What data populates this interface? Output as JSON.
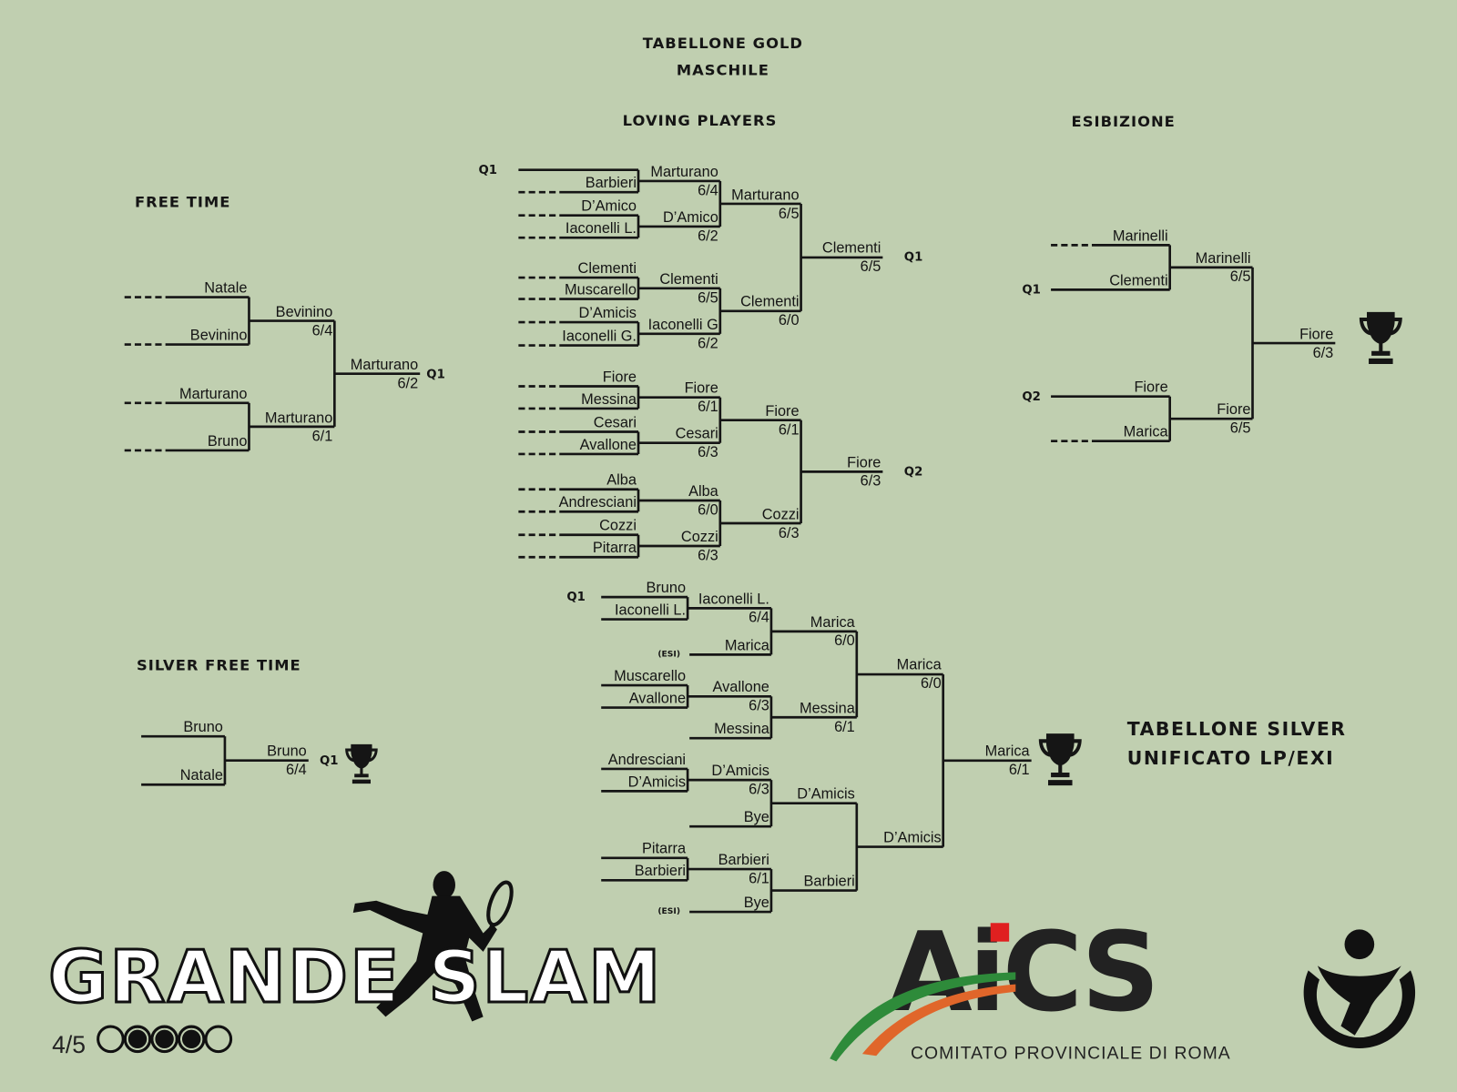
{
  "header": {
    "title_line1": "TABELLONE GOLD",
    "title_line2": "MASCHILE"
  },
  "loving_players": {
    "title": "LOVING PLAYERS",
    "entrants": [
      "Barbieri",
      "D’Amico",
      "Iaconelli L.",
      "Clementi",
      "Muscarello",
      "D’Amicis",
      "Iaconelli G.",
      "Fiore",
      "Messina",
      "Cesari",
      "Avallone",
      "Alba",
      "Andresciani",
      "Cozzi",
      "Pitarra"
    ],
    "rounds": [
      [
        {
          "name": "Marturano",
          "score": "6/4"
        },
        {
          "name": "D’Amico",
          "score": "6/2"
        },
        {
          "name": "Clementi",
          "score": "6/5"
        },
        {
          "name": "Iaconelli G",
          "score": "6/2"
        },
        {
          "name": "Fiore",
          "score": "6/1"
        },
        {
          "name": "Cesari",
          "score": "6/3"
        },
        {
          "name": "Alba",
          "score": "6/0"
        },
        {
          "name": "Cozzi",
          "score": "6/3"
        }
      ],
      [
        {
          "name": "Marturano",
          "score": "6/5"
        },
        {
          "name": "Clementi",
          "score": "6/0"
        },
        {
          "name": "Fiore",
          "score": "6/1"
        },
        {
          "name": "Cozzi",
          "score": "6/3"
        }
      ],
      [
        {
          "name": "Clementi",
          "score": "6/5"
        },
        {
          "name": "Fiore",
          "score": "6/3"
        }
      ]
    ],
    "seed_label": "Q1",
    "qualifiers": [
      "Q1",
      "Q2"
    ]
  },
  "free_time": {
    "title": "FREE TIME",
    "entrants": [
      "Natale",
      "Bevinino",
      "Marturano",
      "Bruno"
    ],
    "rounds": [
      [
        {
          "name": "Bevinino",
          "score": "6/4"
        },
        {
          "name": "Marturano",
          "score": "6/1"
        }
      ],
      [
        {
          "name": "Marturano",
          "score": "6/2"
        }
      ]
    ],
    "qualifiers": [
      "Q1"
    ]
  },
  "esibizione": {
    "title": "ESIBIZIONE",
    "entrants": [
      "Marinelli",
      "Clementi",
      "Fiore",
      "Marica"
    ],
    "seed_labels": [
      "Q1",
      "Q2"
    ],
    "rounds": [
      [
        {
          "name": "Marinelli",
          "score": "6/5"
        },
        {
          "name": "Fiore",
          "score": "6/5"
        }
      ],
      [
        {
          "name": "Fiore",
          "score": "6/3"
        }
      ]
    ]
  },
  "silver_free_time": {
    "title": "SILVER FREE TIME",
    "entrants": [
      "Bruno",
      "Natale"
    ],
    "rounds": [
      [
        {
          "name": "Bruno",
          "score": "6/4"
        }
      ]
    ],
    "qualifiers": [
      "Q1"
    ]
  },
  "silver_unified": {
    "title_line1": "TABELLONE SILVER",
    "title_line2": "UNIFICATO LP/EXI",
    "seed_label": "Q1",
    "esi_label": "(ESI)",
    "entrants": [
      "Bruno",
      "Iaconelli L.",
      "Marica",
      "Muscarello",
      "Avallone",
      "Messina",
      "Andresciani",
      "D’Amicis",
      "Bye",
      "Pitarra",
      "Barbieri",
      "Bye"
    ],
    "r1": [
      {
        "name": "Iaconelli L.",
        "score": "6/4"
      },
      {
        "name": "Avallone",
        "score": "6/3"
      },
      {
        "name": "D’Amicis",
        "score": "6/3"
      },
      {
        "name": "Barbieri",
        "score": "6/1"
      }
    ],
    "r2": [
      {
        "name": "Marica",
        "score": "6/0"
      },
      {
        "name": "Messina",
        "score": "6/1"
      },
      {
        "name": "D’Amicis"
      },
      {
        "name": "Barbieri"
      }
    ],
    "r3": [
      {
        "name": "Marica",
        "score": "6/0"
      },
      {
        "name": "D’Amicis"
      }
    ],
    "final": {
      "name": "Marica",
      "score": "6/1"
    }
  },
  "branding": {
    "logo_text": "GRANDE SLAM",
    "stage": "4/5",
    "stage_completed": 4,
    "stage_total": 5,
    "aics_text": "AiCS",
    "aics_subtitle": "COMITATO PROVINCIALE DI ROMA"
  },
  "colors": {
    "background": "#c0cfb0",
    "ink": "#151515",
    "aics_red": "#e02020",
    "aics_green": "#2e8b3a",
    "aics_orange": "#e0662a"
  }
}
